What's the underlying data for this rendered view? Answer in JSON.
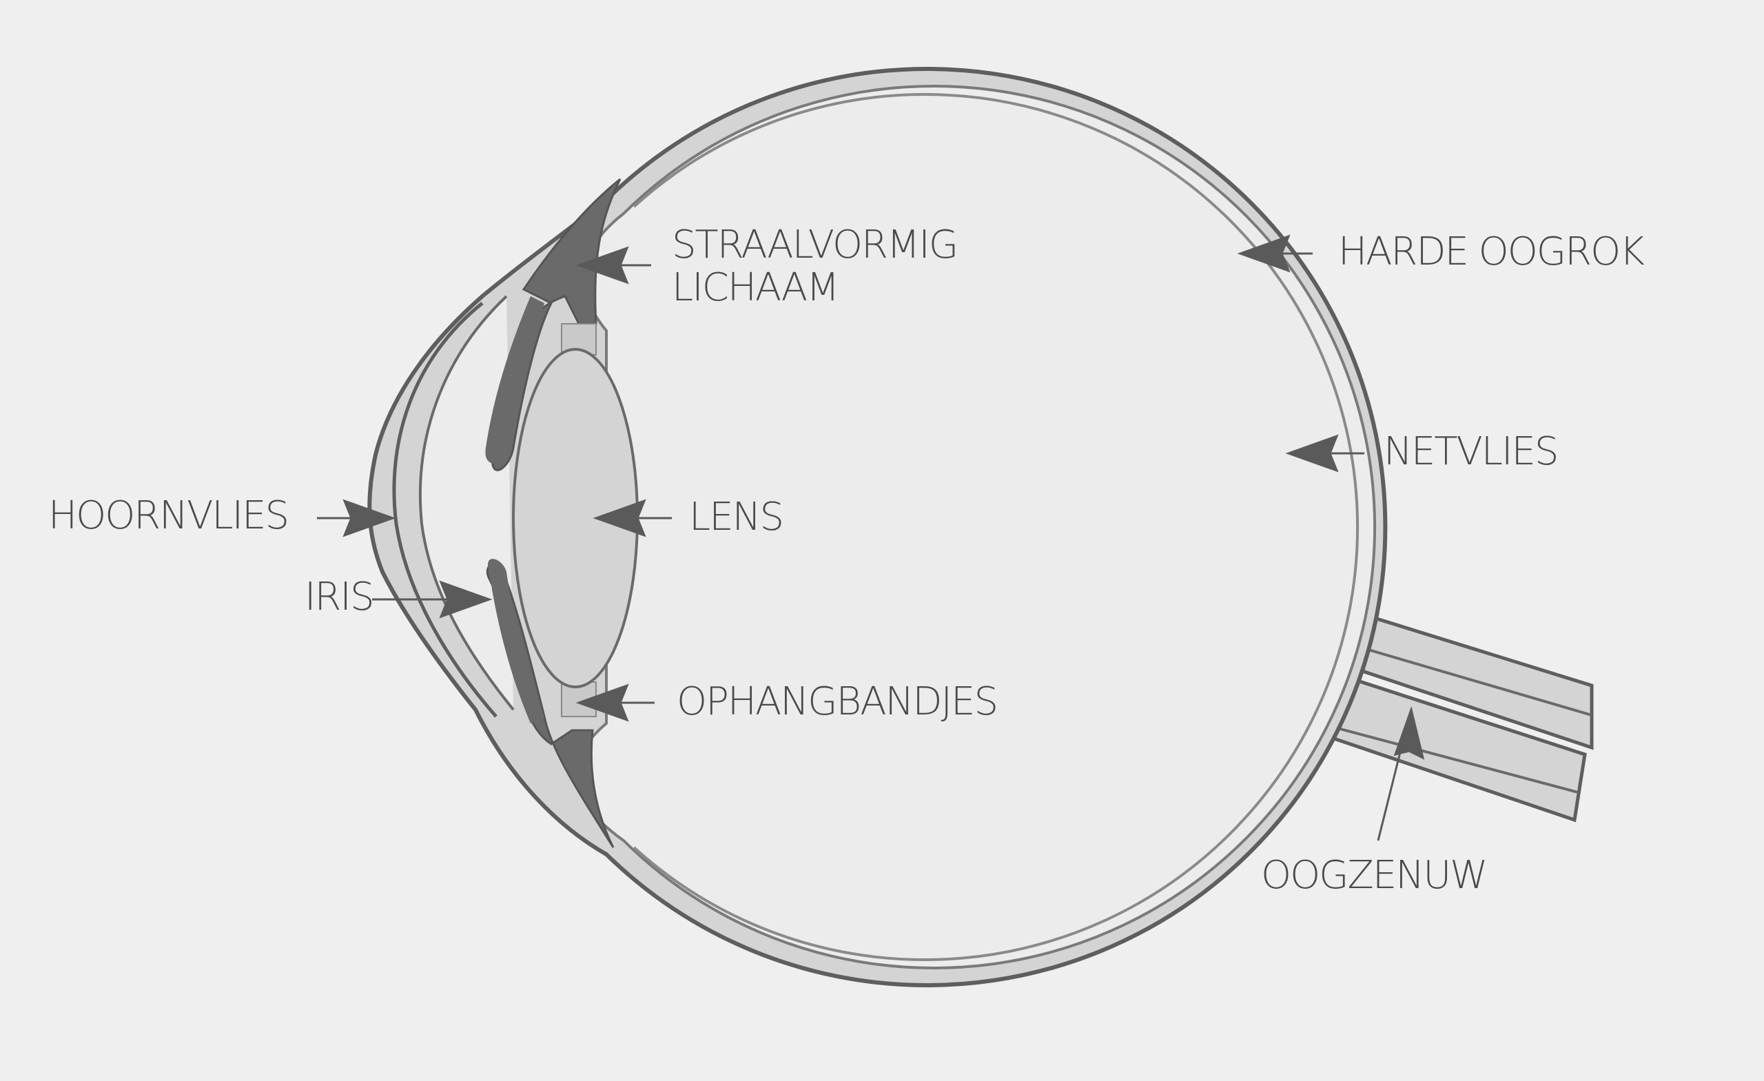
{
  "diagram": {
    "title": "",
    "subject": "Cross-section of the human eye",
    "colors": {
      "background": "#efefef",
      "tissue_light": "#d4d4d4",
      "tissue_dark": "#6a6a6a",
      "outline": "#5e5e5e",
      "label_text": "#4a4a4a"
    },
    "labels": {
      "straalvormig_lichaam_line1": "STRAALVORMIG",
      "straalvormig_lichaam_line2": "LICHAAM",
      "harde_oogrok": "HARDE OOGROK",
      "netvlies": "NETVLIES",
      "hoornvlies": "HOORNVLIES",
      "lens": "LENS",
      "iris": "IRIS",
      "ophangbandjes": "OPHANGBANDJES",
      "oogzenuw": "OOGZENUW"
    }
  }
}
